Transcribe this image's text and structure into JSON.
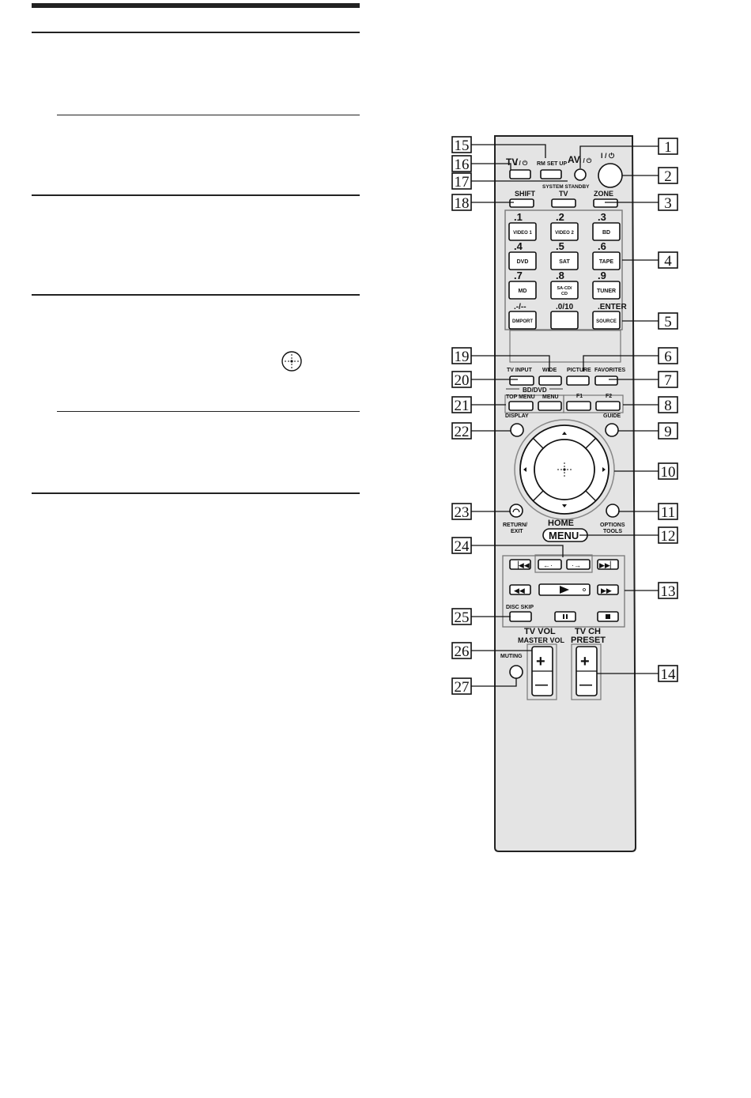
{
  "page": {
    "left_column_icon": "enter-circle-icon"
  },
  "remote": {
    "power_tv_label": "TV",
    "power_tv_symbol": "I / ⏻",
    "rm_setup_label": "RM SET UP",
    "av_label": "AV",
    "av_symbol": "I / ⏻",
    "power_symbol": "I / ⏻",
    "system_standby_label": "SYSTEM STANDBY",
    "shift_label": "SHIFT",
    "tv_label": "TV",
    "zone_label": "ZONE",
    "keypad": [
      {
        "num": ".1",
        "label": "VIDEO 1"
      },
      {
        "num": ".2",
        "label": "VIDEO 2"
      },
      {
        "num": ".3",
        "label": "BD"
      },
      {
        "num": ".4",
        "label": "DVD"
      },
      {
        "num": ".5",
        "label": "SAT"
      },
      {
        "num": ".6",
        "label": "TAPE"
      },
      {
        "num": ".7",
        "label": "MD"
      },
      {
        "num": ".8",
        "label": "SA-CD/\nCD"
      },
      {
        "num": ".9",
        "label": "TUNER"
      },
      {
        "num": ".-/--",
        "label": "DMPORT"
      },
      {
        "num": ".0/10",
        "label": ""
      },
      {
        "num": ".ENTER",
        "label": "SOURCE"
      }
    ],
    "tv_input_label": "TV INPUT",
    "wide_label": "WIDE",
    "picture_label": "PICTURE",
    "favorites_label": "FAVORITES",
    "bd_dvd_label": "BD/DVD",
    "top_menu_label": "TOP MENU",
    "menu_small_label": "MENU",
    "f1_label": "F1",
    "f2_label": "F2",
    "display_label": "DISPLAY",
    "guide_label": "GUIDE",
    "return_label": "RETURN/",
    "exit_label": "EXIT",
    "options_label": "OPTIONS",
    "tools_label": "TOOLS",
    "home_label": "HOME",
    "menu_label": "MENU",
    "disc_skip_label": "DISC SKIP",
    "tv_vol_label": "TV VOL",
    "master_vol_label": "MASTER VOL",
    "tv_ch_label": "TV CH",
    "preset_label": "PRESET",
    "muting_label": "MUTING",
    "plus_symbol": "+",
    "minus_symbol": "—"
  },
  "callouts": {
    "left": [
      "15",
      "16",
      "17",
      "18",
      "19",
      "20",
      "21",
      "22",
      "23",
      "24",
      "25",
      "26",
      "27"
    ],
    "right": [
      "1",
      "2",
      "3",
      "4",
      "5",
      "6",
      "7",
      "8",
      "9",
      "10",
      "11",
      "12",
      "13",
      "14"
    ]
  }
}
